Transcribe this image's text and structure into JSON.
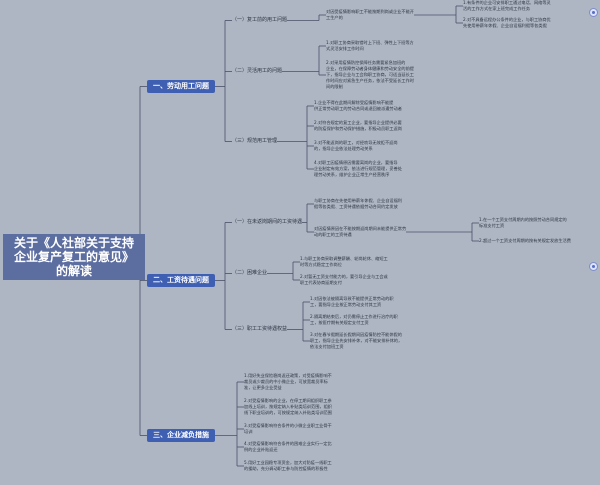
{
  "root": {
    "line1": "关于《人社部关于支持",
    "line2": "企业复产复工的意见》",
    "line3": "的解读"
  },
  "branches": [
    {
      "label": "一、劳动用工问题",
      "subs": [
        {
          "label": "（一）复工前的用工问题",
          "leaves": [
            [
              "对因受疫情影响职工不能按期到岗或企业不能开",
              "工生产的"
            ]
          ],
          "subleaves": [
            [
              "1.有条件的企业可安排职工通过电话、网络等灵",
              "活的工作方式在家上班完成工作任务"
            ],
            [
              "2.对不具备远程办公条件的企业，与职工协商优",
              "先使用带薪年休假、企业自设福利假等各类假"
            ]
          ]
        },
        {
          "label": "（二）灵活用工的问题",
          "leaves": [
            [
              "1.对职工协商采取错时上下班、弹性上下班等方",
              "式灵活安排工作时间"
            ],
            [
              "2.对采用疫情防控保障任务需要紧急加班的",
              "企业，在保障劳动者身体健康和劳动安全的前提",
              "下，指导企业与工会和职工协商，可适当延长工",
              "作时间应对紧急生产任务，依法不受延长工作时",
              "间的限制"
            ]
          ]
        },
        {
          "label": "（三）规范用工管理",
          "leaves": [
            [
              "1.企业不得在此期间解除受疫情影响不能提",
              "供正常劳动职工的劳动合同或退回被派遣劳动者"
            ],
            [
              "2.对符合规定的复工企业，要指导企业提供必要",
              "的防疫保护和劳动保护措施，积极动员职工返岗"
            ],
            [
              "3.对不能返岗的职工，对经劝导无效拒不返岗",
              "的，指导企业依法处理劳动关系"
            ],
            [
              "4.对职工因疫情原因需要离岗的企业，要指导",
              "企业制定有效方案，依法进行规范管理，妥善处",
              "理劳动关系，维护企业正常生产经营秩序"
            ]
          ]
        }
      ]
    },
    {
      "label": "二、工资待遇问题",
      "subs": [
        {
          "label": "（一）在未返岗期间的工资待遇",
          "leaves": [
            [
              "与职工协商在先使用带薪年休假、企业自设福利",
              "假等各类假、工资待遇依据劳动合同约定发放"
            ],
            [
              "对因疫情原因在不能按期返岗期间未能提供正常劳",
              "动的职工的工资待遇"
            ]
          ],
          "subleaves": [
            [
              "1.在一个工资支付周期内的按照劳动合同规定的",
              "标准支付工资"
            ],
            [
              "2.超过一个工资支付周期的按有关规定发放生活费"
            ]
          ]
        },
        {
          "label": "（二）困难企业",
          "leaves": [
            [
              "1.与职工协商采取调整薪酬、轮岗轮休、缩短工",
              "时等方式稳定工作岗位"
            ],
            [
              "2.对暂无工资支付能力的，要引导企业与工会或",
              "职工代表协商延期支付"
            ]
          ]
        },
        {
          "label": "（三）职工工资待遇权益",
          "leaves": [
            [
              "1.对因依法被隔离导致不能提供正常劳动的职",
              "工，要指导企业按正常劳动支付其工资"
            ],
            [
              "2.隔离期结束后，对仍需停止工作进行治疗的职",
              "工，按医疗期有关规定支付工资"
            ],
            [
              "3.对在春节假期延长假期间因疫情防控不能休假的",
              "职工，指导企业先安排补休，对不能安排补休的，",
              "依法支付加班工资"
            ]
          ]
        }
      ]
    },
    {
      "label": "三、企业减负措施",
      "subs": [
        {
          "label": "",
          "leaves": [
            [
              "1.用好失业保险稳岗返还政策，对受疫情影响不",
              "裁员或少裁员的中小微企业，可放宽裁员率标",
              "准，让更多企业受益"
            ],
            [
              "2.对受疫情影响的企业，在停工期间组织职工参",
              "加线上培训，按规定纳入补贴类培训范围，组织",
              "线下职业培训的，可按规定纳入补贴类培训范围"
            ],
            [
              "3.对受疫情影响符合条件的小微企业职工业骨干",
              "培训"
            ],
            [
              "4.对受疫情影响符合条件的困难企业实行一定比",
              "例的企业补贴返还"
            ],
            [
              "5.用好工业园稳专项资金，加大对防疫一线职工",
              "的援助，充分调动职工参与防控疫情的积极性"
            ]
          ]
        }
      ]
    }
  ]
}
